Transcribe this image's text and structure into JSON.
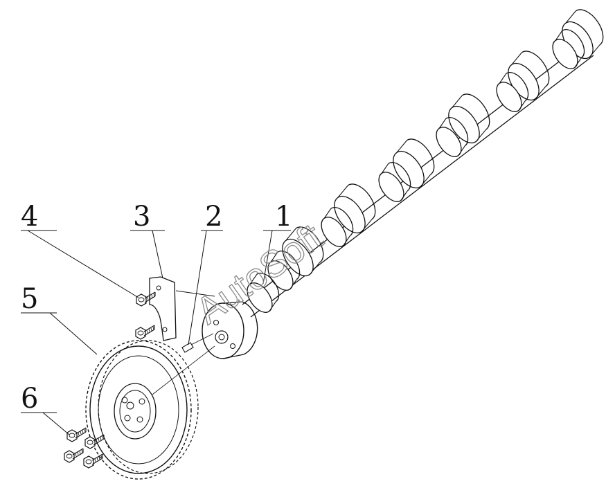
{
  "callouts": [
    {
      "id": "1",
      "label": "1"
    },
    {
      "id": "2",
      "label": "2"
    },
    {
      "id": "3",
      "label": "3"
    },
    {
      "id": "4",
      "label": "4"
    },
    {
      "id": "5",
      "label": "5"
    },
    {
      "id": "6",
      "label": "6"
    }
  ],
  "watermark": {
    "text": "AutoSoft"
  }
}
